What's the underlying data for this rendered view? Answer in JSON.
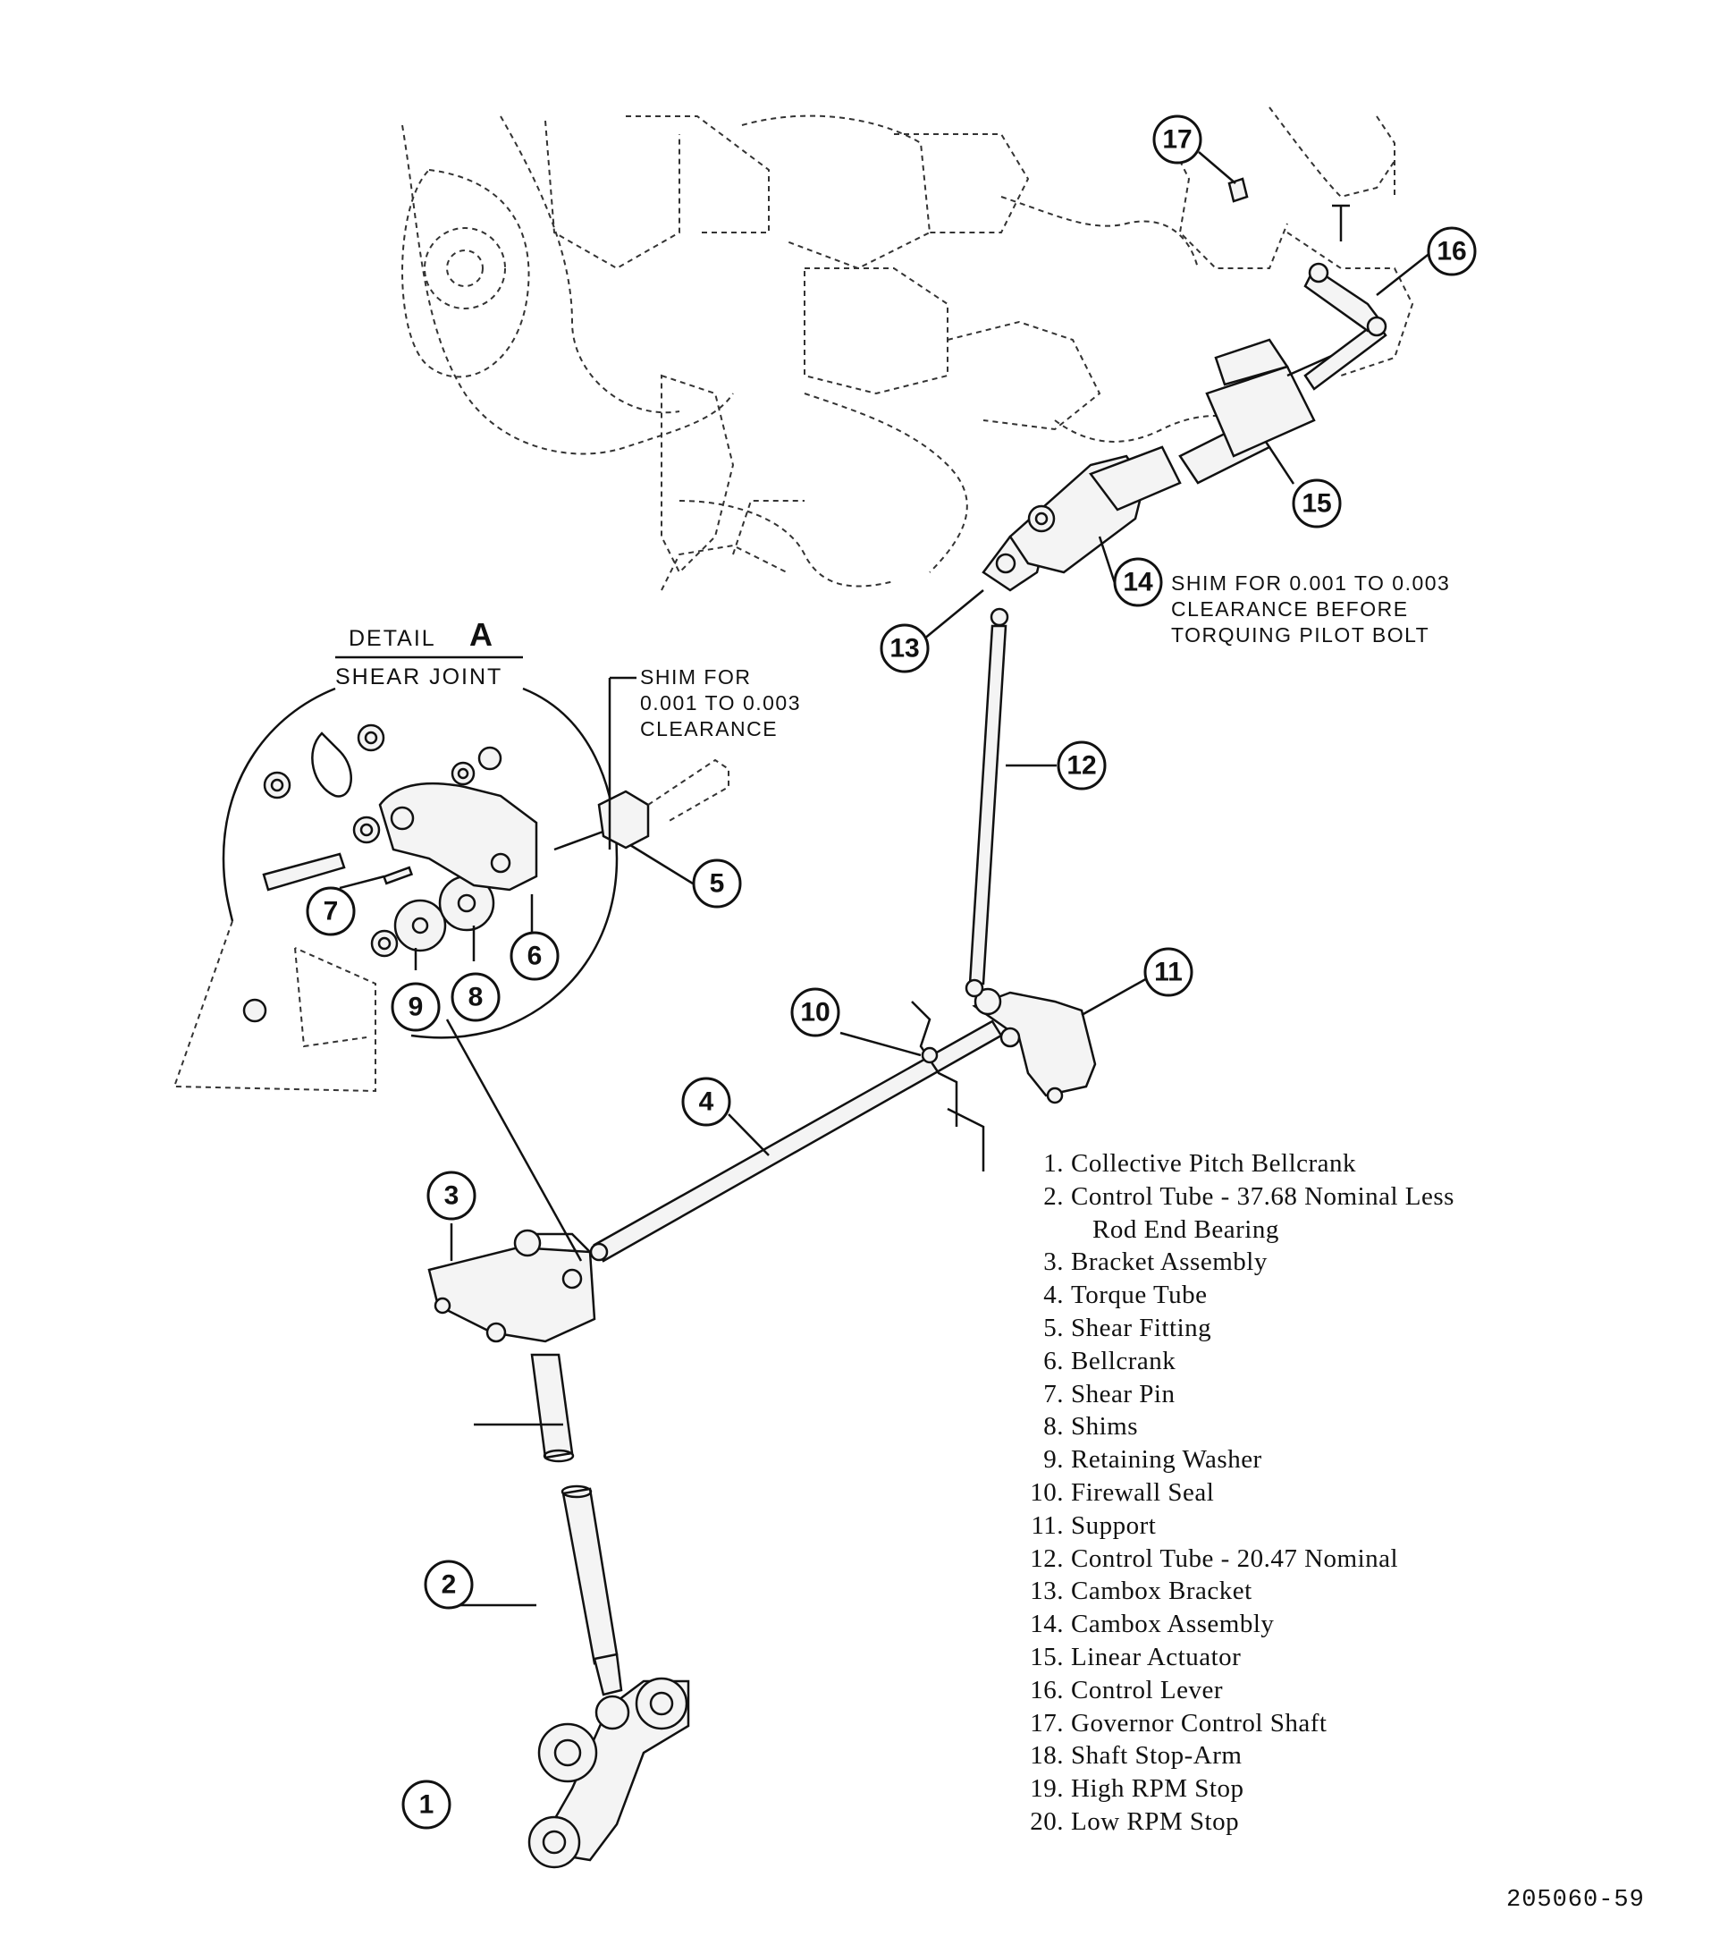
{
  "detail": {
    "title": "DETAIL",
    "letter": "A",
    "subtitle": "SHEAR JOINT"
  },
  "notes": {
    "shim_detail": [
      "SHIM FOR",
      "0.001 TO 0.003",
      "CLEARANCE"
    ],
    "shim_cambox": [
      "SHIM FOR 0.001 TO 0.003",
      "CLEARANCE BEFORE",
      "TORQUING PILOT BOLT"
    ]
  },
  "callouts": [
    "1",
    "2",
    "3",
    "4",
    "5",
    "6",
    "7",
    "8",
    "9",
    "10",
    "11",
    "12",
    "13",
    "14",
    "15",
    "16",
    "17"
  ],
  "legend": [
    {
      "num": "1",
      "text": "Collective Pitch Bellcrank"
    },
    {
      "num": "2",
      "text": "Control Tube - 37.68 Nominal Less",
      "cont": "Rod End Bearing"
    },
    {
      "num": "3",
      "text": "Bracket Assembly"
    },
    {
      "num": "4",
      "text": "Torque Tube"
    },
    {
      "num": "5",
      "text": "Shear Fitting"
    },
    {
      "num": "6",
      "text": "Bellcrank"
    },
    {
      "num": "7",
      "text": "Shear Pin"
    },
    {
      "num": "8",
      "text": "Shims"
    },
    {
      "num": "9",
      "text": "Retaining Washer"
    },
    {
      "num": "10",
      "text": "Firewall Seal"
    },
    {
      "num": "11",
      "text": "Support"
    },
    {
      "num": "12",
      "text": "Control Tube - 20.47 Nominal"
    },
    {
      "num": "13",
      "text": "Cambox Bracket"
    },
    {
      "num": "14",
      "text": "Cambox Assembly"
    },
    {
      "num": "15",
      "text": "Linear Actuator"
    },
    {
      "num": "16",
      "text": "Control Lever"
    },
    {
      "num": "17",
      "text": "Governor Control Shaft"
    },
    {
      "num": "18",
      "text": "Shaft Stop-Arm"
    },
    {
      "num": "19",
      "text": "High RPM Stop"
    },
    {
      "num": "20",
      "text": "Low RPM Stop"
    }
  ],
  "figure_number": "205060-59"
}
